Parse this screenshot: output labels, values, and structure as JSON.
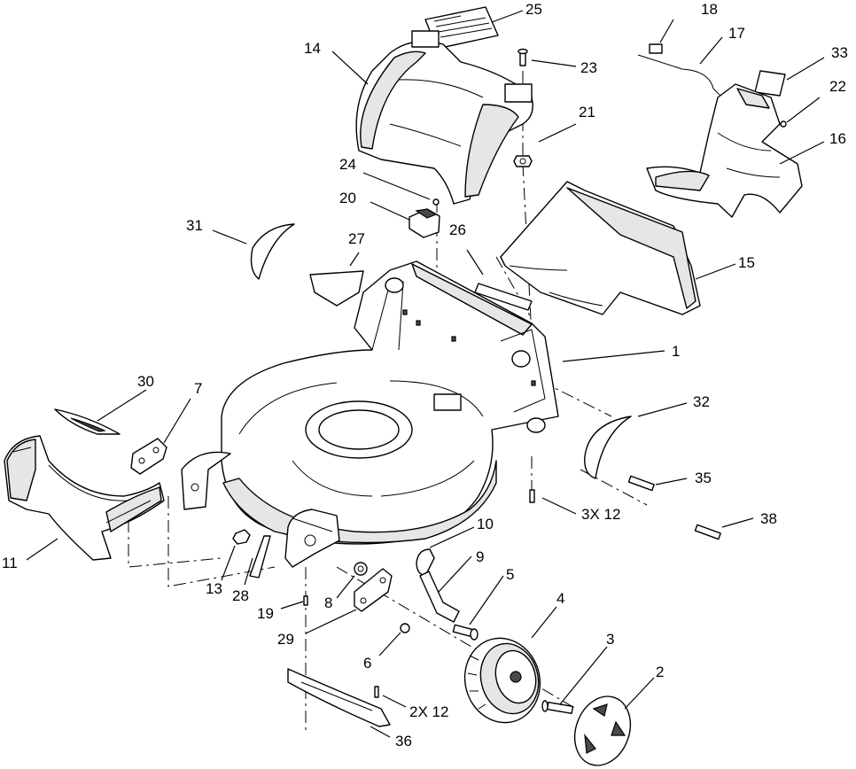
{
  "diagram": {
    "callouts": {
      "c1": "1",
      "c2": "2",
      "c3": "3",
      "c4": "4",
      "c5": "5",
      "c6": "6",
      "c7": "7",
      "c8": "8",
      "c9": "9",
      "c10": "10",
      "c11": "11",
      "c13": "13",
      "c14": "14",
      "c15": "15",
      "c16": "16",
      "c17": "17",
      "c18": "18",
      "c19": "19",
      "c20": "20",
      "c21": "21",
      "c22": "22",
      "c23": "23",
      "c24": "24",
      "c25": "25",
      "c26": "26",
      "c27": "27",
      "c28": "28",
      "c29": "29",
      "c30": "30",
      "c31": "31",
      "c32": "32",
      "c33": "33",
      "c35": "35",
      "c36": "36",
      "c38": "38",
      "c3x12": "3X 12",
      "c2x12": "2X 12"
    }
  }
}
